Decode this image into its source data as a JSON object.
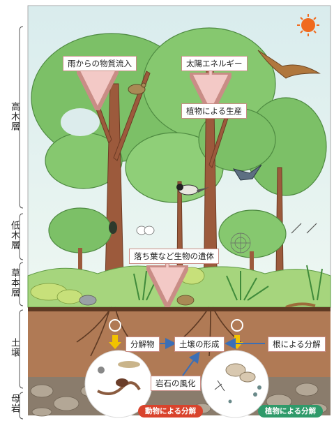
{
  "layers": {
    "tall_tree": "高木層",
    "low_tree": "低木層",
    "herb": "草本層",
    "soil": "土壌",
    "bedrock": "母岩"
  },
  "labels": {
    "rain_inflow": "雨からの物質流入",
    "solar_energy": "太陽エネルギー",
    "plant_production": "植物による生産",
    "fallen_leaves": "落ち葉など生物の遺体",
    "decomposed": "分解物",
    "soil_formation": "土壌の形成",
    "root_decomposition": "根による分解",
    "rock_weathering": "岩石の風化",
    "animal_decomposition": "動物による分解",
    "plant_decomposition": "植物による分解"
  },
  "colors": {
    "sky": "#dfeef0",
    "foliage": "#7cc067",
    "foliage_dark": "#5a9e4c",
    "trunk": "#9c5a3c",
    "soil": "#b07a55",
    "arrow_box_border": "#c98d86",
    "animal_pill": "#d9432c",
    "plant_pill": "#2f9a6a",
    "yellow_arrow": "#f2c200",
    "sun": "#f06a1e"
  }
}
